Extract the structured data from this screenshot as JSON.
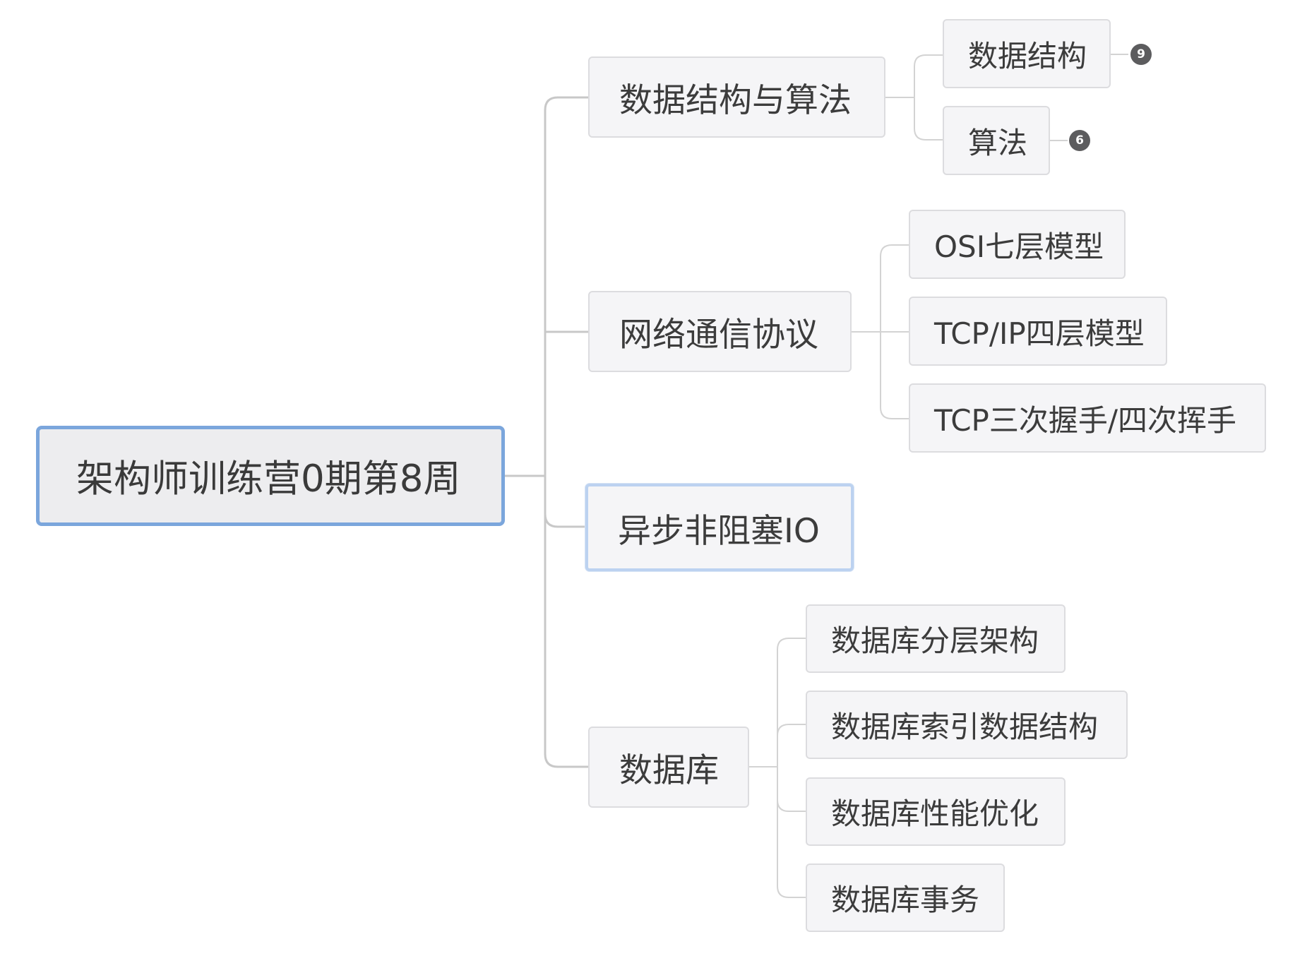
{
  "root": {
    "label": "架构师训练营0期第8周"
  },
  "branches": [
    {
      "label": "数据结构与算法",
      "children": [
        {
          "label": "数据结构",
          "collapsed_count": "9"
        },
        {
          "label": "算法",
          "collapsed_count": "6"
        }
      ]
    },
    {
      "label": "网络通信协议",
      "children": [
        {
          "label": "OSI七层模型"
        },
        {
          "label": "TCP/IP四层模型"
        },
        {
          "label": "TCP三次握手/四次挥手"
        }
      ]
    },
    {
      "label": "异步非阻塞IO",
      "selected": true,
      "children": []
    },
    {
      "label": "数据库",
      "children": [
        {
          "label": "数据库分层架构"
        },
        {
          "label": "数据库索引数据结构"
        },
        {
          "label": "数据库性能优化"
        },
        {
          "label": "数据库事务"
        }
      ]
    }
  ],
  "colors": {
    "root_border": "#7ba6dc",
    "selected_border": "#bcd2f0",
    "node_fill": "#f5f5f7",
    "connector": "#c8c8c8",
    "badge": "#5c5c5e"
  }
}
